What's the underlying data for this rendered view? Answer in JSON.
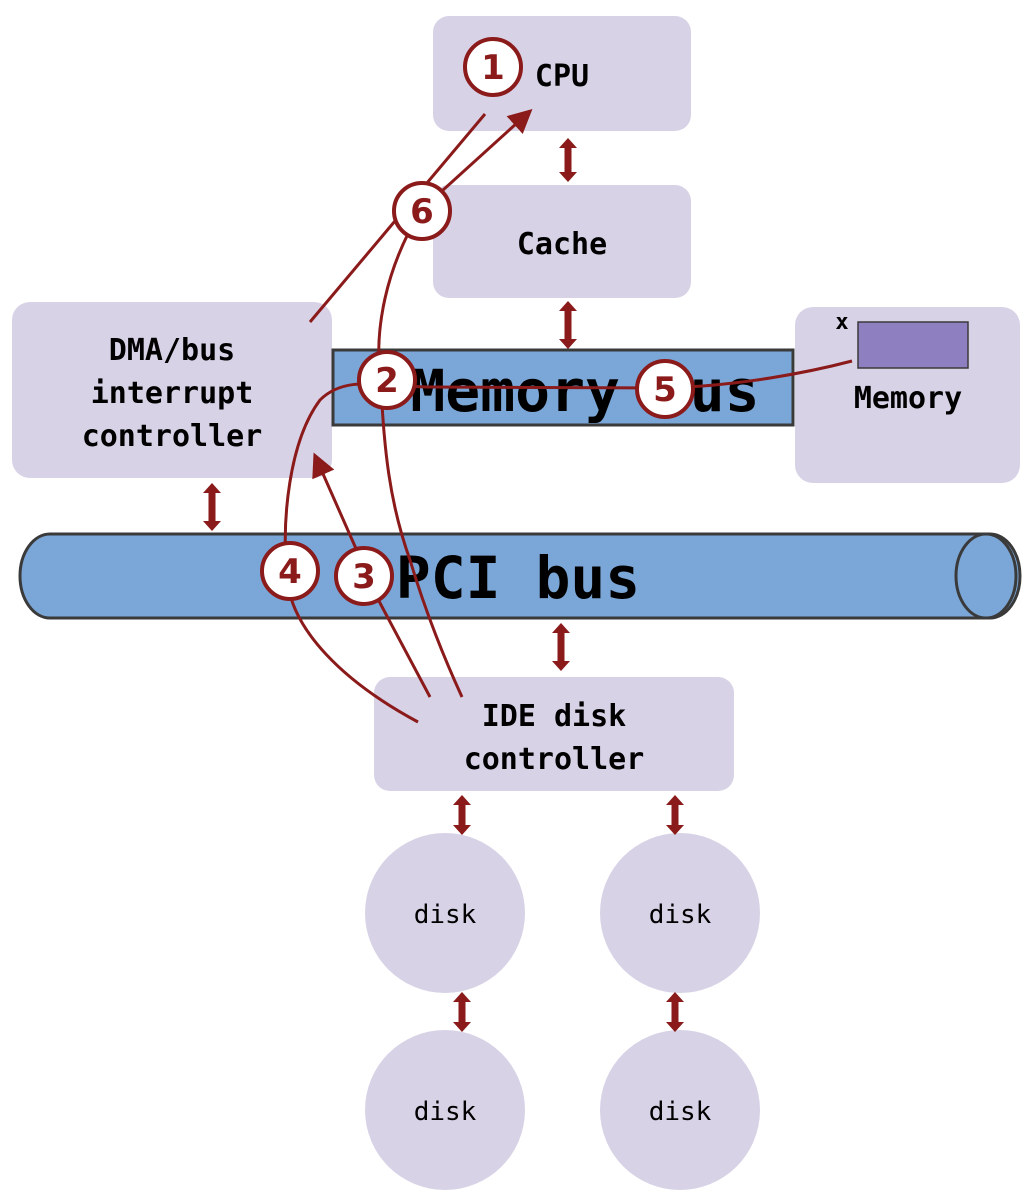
{
  "colors": {
    "box_fill": "#d8d2e6",
    "bus_fill": "#7ba7d8",
    "bus_stroke": "#3a3a3a",
    "accent_red": "#8b1a1a",
    "memory_cell": "#8e7fc0"
  },
  "components": {
    "cpu": "CPU",
    "cache": "Cache",
    "dma_line1": "DMA/bus",
    "dma_line2": "interrupt",
    "dma_line3": "controller",
    "memory": "Memory",
    "memory_var": "x",
    "ide_line1": "IDE disk",
    "ide_line2": "controller",
    "disk_1": "disk",
    "disk_2": "disk",
    "disk_3": "disk",
    "disk_4": "disk"
  },
  "buses": {
    "memory_bus": "Memory Bus",
    "pci_bus": "PCI bus"
  },
  "steps": [
    "1",
    "2",
    "3",
    "4",
    "5",
    "6"
  ]
}
